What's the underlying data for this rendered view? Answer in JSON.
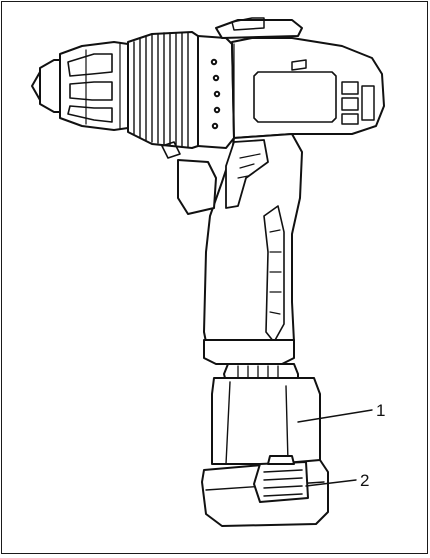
{
  "figure": {
    "subject": "drill-driver-with-battery-pack",
    "colors": {
      "line": "#111111",
      "background": "#ffffff"
    },
    "callouts": [
      {
        "id": "battery-pack",
        "label": "1"
      },
      {
        "id": "battery-release-button",
        "label": "2"
      }
    ]
  }
}
